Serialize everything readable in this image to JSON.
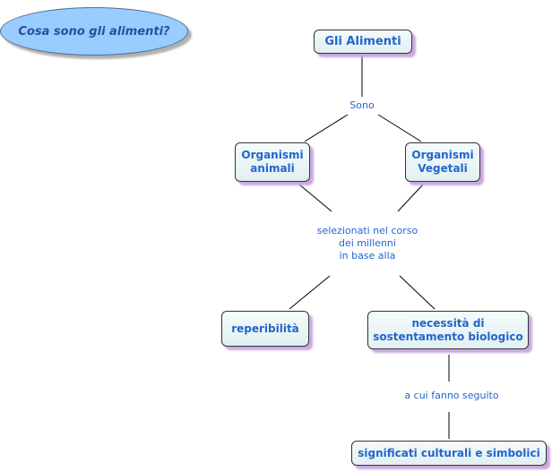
{
  "question": "Cosa sono gli alimenti?",
  "nodes": {
    "gli_alimenti": "Gli Alimenti",
    "organismi_animali": "Organismi\nanimali",
    "organismi_vegetali": "Organismi\nVegetali",
    "reperibilita": "reperibilità",
    "necessita": "necessità di\nsostentamento biologico",
    "significati": "significati culturali e simbolici"
  },
  "links": {
    "sono": "Sono",
    "selezionati": "selezionati nel corso\ndei millenni\nin base alla",
    "a_cui": "a cui fanno seguito"
  },
  "colors": {
    "text": "#2266cc",
    "question_fill": "#99ccff",
    "shadow": "#c9a8e0"
  }
}
